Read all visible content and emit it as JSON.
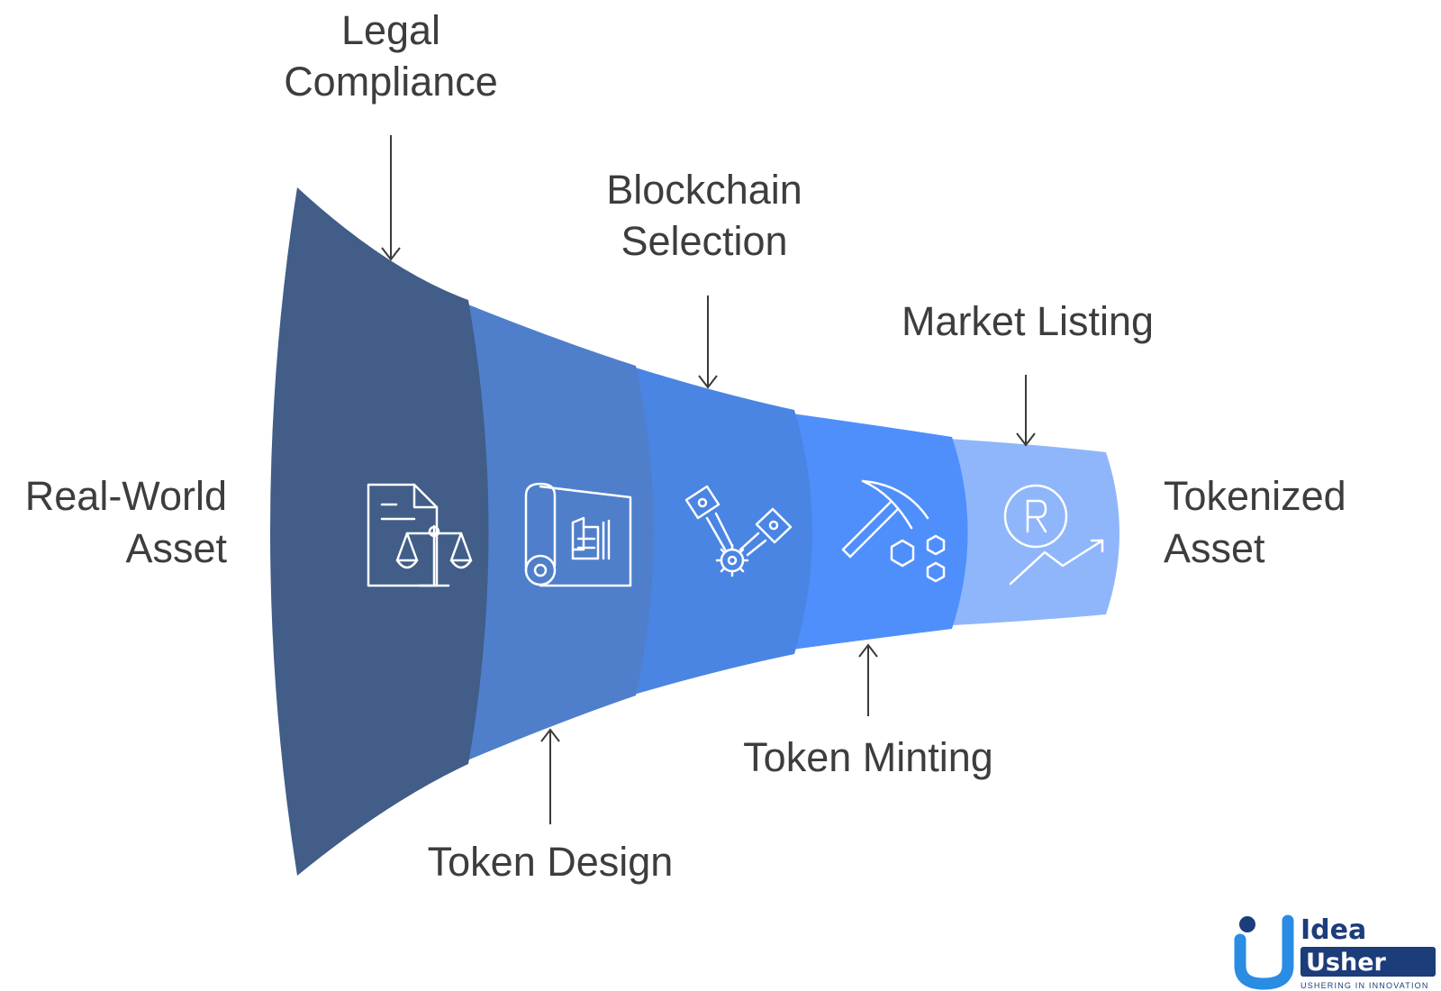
{
  "diagram": {
    "input_label": [
      "Real-World",
      "Asset"
    ],
    "output_label": [
      "Tokenized",
      "Asset"
    ],
    "stages": [
      {
        "name": "Legal Compliance",
        "lines": [
          "Legal",
          "Compliance"
        ],
        "icon": "document-scale-icon",
        "color": "#415d88"
      },
      {
        "name": "Token Design",
        "lines": [
          "Token Design"
        ],
        "icon": "blueprint-icon",
        "color": "#4f7fcb"
      },
      {
        "name": "Blockchain Selection",
        "lines": [
          "Blockchain",
          "Selection"
        ],
        "icon": "connected-blocks-gear-icon",
        "color": "#4b85e3"
      },
      {
        "name": "Token Minting",
        "lines": [
          "Token Minting"
        ],
        "icon": "pickaxe-hexagons-icon",
        "color": "#4f8ffb"
      },
      {
        "name": "Market Listing",
        "lines": [
          "Market Listing"
        ],
        "icon": "token-growth-icon",
        "color": "#8fb6fb"
      }
    ]
  },
  "logo": {
    "word1": "Idea",
    "word2": "Usher",
    "tagline": "USHERING IN INNOVATION",
    "colors": {
      "dark": "#1c3c7a",
      "light": "#2a8ce3"
    }
  }
}
